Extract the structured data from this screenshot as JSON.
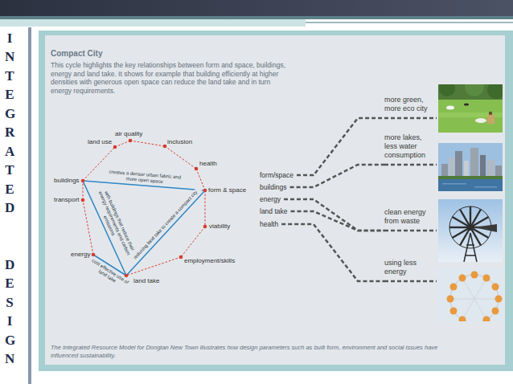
{
  "diagram": {
    "title": "Compact City",
    "caption": "The Integrated Resource Model for Dongtan New Town illustrates how design parameters such as built form, environment and social issues have influenced sustainability.",
    "nodes": [
      {
        "text": [
          "air quality"
        ]
      },
      {
        "text": [
          "inclusion"
        ]
      },
      {
        "text": [
          "health"
        ]
      },
      {
        "text": [
          "form & space"
        ]
      },
      {
        "text": [
          "viability"
        ]
      },
      {
        "text": [
          "employment/skills"
        ]
      },
      {
        "text": [
          "land take"
        ]
      },
      {
        "text": [
          "energy"
        ]
      },
      {
        "text": [
          "transport"
        ]
      },
      {
        "text": [
          "buildings"
        ]
      },
      {
        "text": [
          "land use"
        ]
      },
      {
        "text": [
          "form/space"
        ]
      },
      {
        "text": [
          "buildings"
        ]
      },
      {
        "text": [
          "energy"
        ]
      },
      {
        "text": [
          "land take"
        ]
      },
      {
        "text": [
          "health"
        ]
      },
      {
        "text": [
          "more green, more eco city"
        ]
      },
      {
        "text": [
          "more lakes, less water consumption"
        ]
      },
      {
        "text": [
          "clean energy from waste"
        ]
      },
      {
        "text": [
          "using less energy"
        ]
      }
    ],
    "edges": [
      {
        "from": 0,
        "to": 1,
        "arrow": "none"
      },
      {
        "from": 1,
        "to": 2,
        "arrow": "none"
      },
      {
        "from": 2,
        "to": 3,
        "arrow": "none"
      },
      {
        "from": 3,
        "to": 4,
        "arrow": "none"
      },
      {
        "from": 4,
        "to": 5,
        "arrow": "none"
      },
      {
        "from": 5,
        "to": 6,
        "arrow": "none"
      },
      {
        "from": 7,
        "to": 8,
        "arrow": "none"
      },
      {
        "from": 8,
        "to": 9,
        "arrow": "none"
      },
      {
        "from": 9,
        "to": 10,
        "arrow": "none"
      },
      {
        "from": 10,
        "to": 0,
        "arrow": "none"
      },
      {
        "from": 9,
        "to": 3,
        "label": "creates a denser urban fabric and more open space",
        "arrow": "none"
      },
      {
        "from": 9,
        "to": 6,
        "label": "with buildings that reduce their energy requirements and carbon emissions",
        "arrow": "none"
      },
      {
        "from": 7,
        "to": 6,
        "label": "cost effective use of land take",
        "arrow": "none"
      },
      {
        "from": 6,
        "to": 3,
        "label": "reducing land take to create a compact city",
        "arrow": "none"
      },
      {
        "from": 11,
        "to": 16,
        "arrow": "none"
      },
      {
        "from": 12,
        "to": 17,
        "arrow": "none"
      },
      {
        "from": 13,
        "to": 18,
        "arrow": "none"
      },
      {
        "from": 14,
        "to": 18,
        "arrow": "none"
      },
      {
        "from": 15,
        "to": 19,
        "arrow": "none"
      }
    ],
    "labels": [
      "INTEGRATED",
      "DESIGN",
      "This cycle highlights the key relationships between form and space, buildings, energy and land take. It shows for example that building efficiently at higher densities with generous open space can reduce the land take and in turn energy requirements."
    ]
  }
}
